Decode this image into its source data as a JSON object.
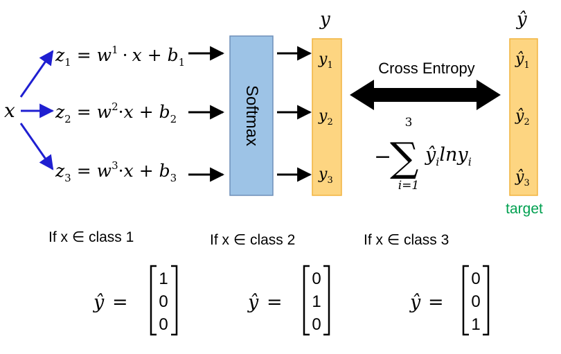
{
  "input": {
    "x": "x"
  },
  "equations": [
    {
      "lhs": "z",
      "sub": "1",
      "eq": "=",
      "w": "w",
      "sup": "1",
      "dot": "·",
      "x": "x",
      "plus": "+",
      "b": "b",
      "bsub": "1"
    },
    {
      "lhs": "z",
      "sub": "2",
      "eq": "=",
      "w": "w",
      "sup": "2",
      "dot": "·",
      "x": "x",
      "plus": "+",
      "b": "b",
      "bsub": "2"
    },
    {
      "lhs": "z",
      "sub": "3",
      "eq": "=",
      "w": "w",
      "sup": "3",
      "dot": "·",
      "x": "x",
      "plus": "+",
      "b": "b",
      "bsub": "3"
    }
  ],
  "softmax": {
    "label": "Softmax"
  },
  "output": {
    "title": "y",
    "items": [
      {
        "sym": "y",
        "sub": "1"
      },
      {
        "sym": "y",
        "sub": "2"
      },
      {
        "sym": "y",
        "sub": "3"
      }
    ]
  },
  "cross_entropy": {
    "label": "Cross Entropy",
    "minus": "−",
    "sigma": "∑",
    "upper": "3",
    "lower": "i=1",
    "term_sym": "ŷ",
    "term_sub": "i",
    "ln": "ln",
    "y_sym": "y",
    "y_sub": "i"
  },
  "target": {
    "title": "ŷ",
    "caption": "target",
    "items": [
      {
        "sym": "ŷ",
        "sub": "1"
      },
      {
        "sym": "ŷ",
        "sub": "2"
      },
      {
        "sym": "ŷ",
        "sub": "3"
      }
    ]
  },
  "classes": [
    {
      "label": "If x ∈ class 1",
      "lhs": "ŷ",
      "eq": "=",
      "vector": [
        "1",
        "0",
        "0"
      ]
    },
    {
      "label": "If x ∈ class 2",
      "lhs": "ŷ",
      "eq": "=",
      "vector": [
        "0",
        "1",
        "0"
      ]
    },
    {
      "label": "If x ∈ class 3",
      "lhs": "ŷ",
      "eq": "=",
      "vector": [
        "0",
        "0",
        "1"
      ]
    }
  ],
  "colors": {
    "arrow_blue": "#1f1fd1",
    "softmax_fill": "#9dc3e6",
    "softmax_stroke": "#6f8fb8",
    "box_fill": "#fdd581",
    "box_stroke": "#f2b43f",
    "target_caption": "#00a050"
  }
}
